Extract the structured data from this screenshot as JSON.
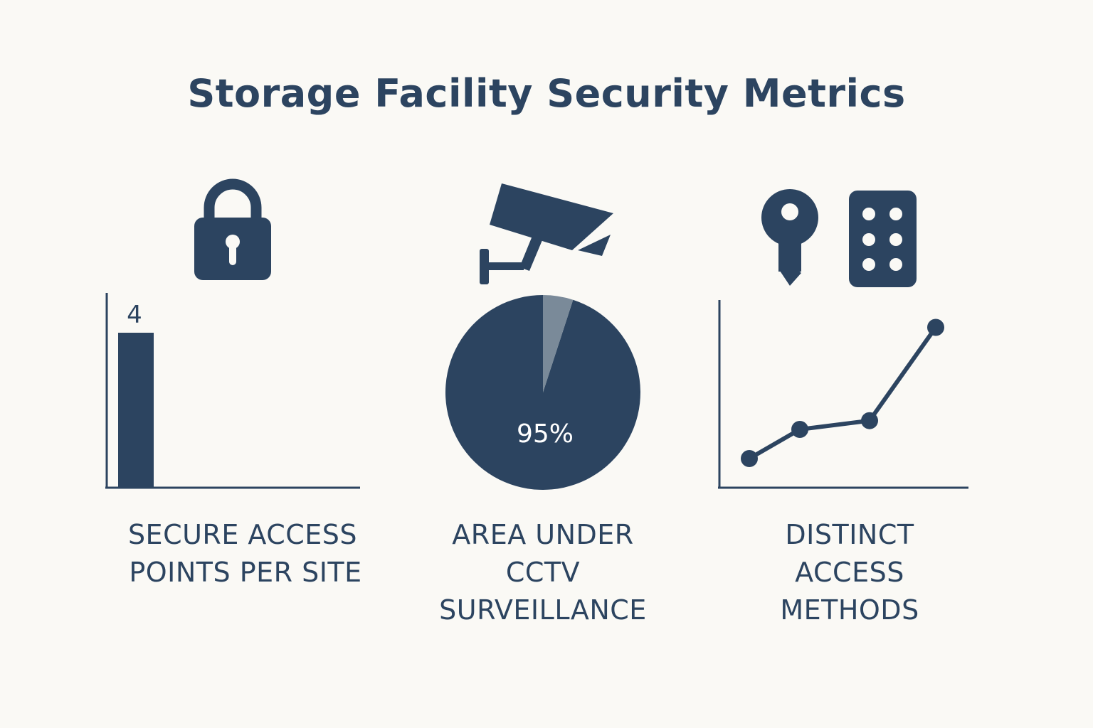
{
  "title": "Storage Facility Security Metrics",
  "colors": {
    "primary": "#2c4460",
    "light_slice": "#7a8a99",
    "background": "#faf9f5"
  },
  "icons": [
    "padlock-icon",
    "cctv-camera-icon",
    "key-icon",
    "keypad-icon"
  ],
  "chart_data": [
    {
      "type": "bar",
      "categories": [
        ""
      ],
      "values": [
        4
      ],
      "data_labels": [
        "4"
      ],
      "caption_lines": [
        "SECURE ACCESS",
        "POINTS PER SITE"
      ]
    },
    {
      "type": "pie",
      "slices": [
        {
          "label": "95%",
          "value": 95
        },
        {
          "label": "",
          "value": 5
        }
      ],
      "caption_lines": [
        "AREA UNDER",
        "CCTV",
        "SURVEILLANCE"
      ]
    },
    {
      "type": "line",
      "x": [
        1,
        2,
        3,
        4
      ],
      "y": [
        1,
        2,
        2.3,
        5.5
      ],
      "ylim": [
        0,
        7
      ],
      "caption_lines": [
        "DISTINCT",
        "ACCESS",
        "METHODS"
      ]
    }
  ]
}
